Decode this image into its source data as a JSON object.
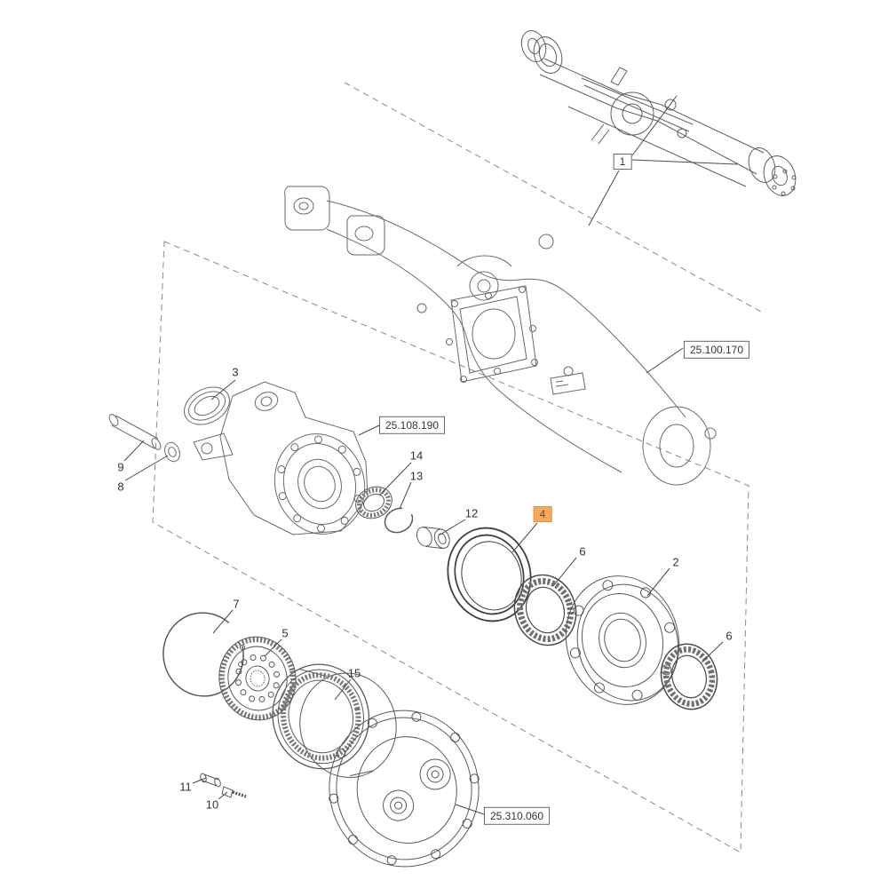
{
  "diagram": {
    "type": "exploded-parts-diagram",
    "subject": "front-axle-assembly",
    "highlight_color": "#f3a95f",
    "line_color": "#666666"
  },
  "callouts": {
    "c1": "1",
    "c2": "2",
    "c3": "3",
    "c4": "4",
    "c5": "5",
    "c6a": "6",
    "c6b": "6",
    "c7": "7",
    "c8": "8",
    "c9": "9",
    "c10": "10",
    "c11": "11",
    "c12": "12",
    "c13": "13",
    "c14": "14",
    "c15": "15"
  },
  "refs": {
    "housing": "25.100.170",
    "knuckle": "25.108.190",
    "hub": "25.310.060"
  }
}
